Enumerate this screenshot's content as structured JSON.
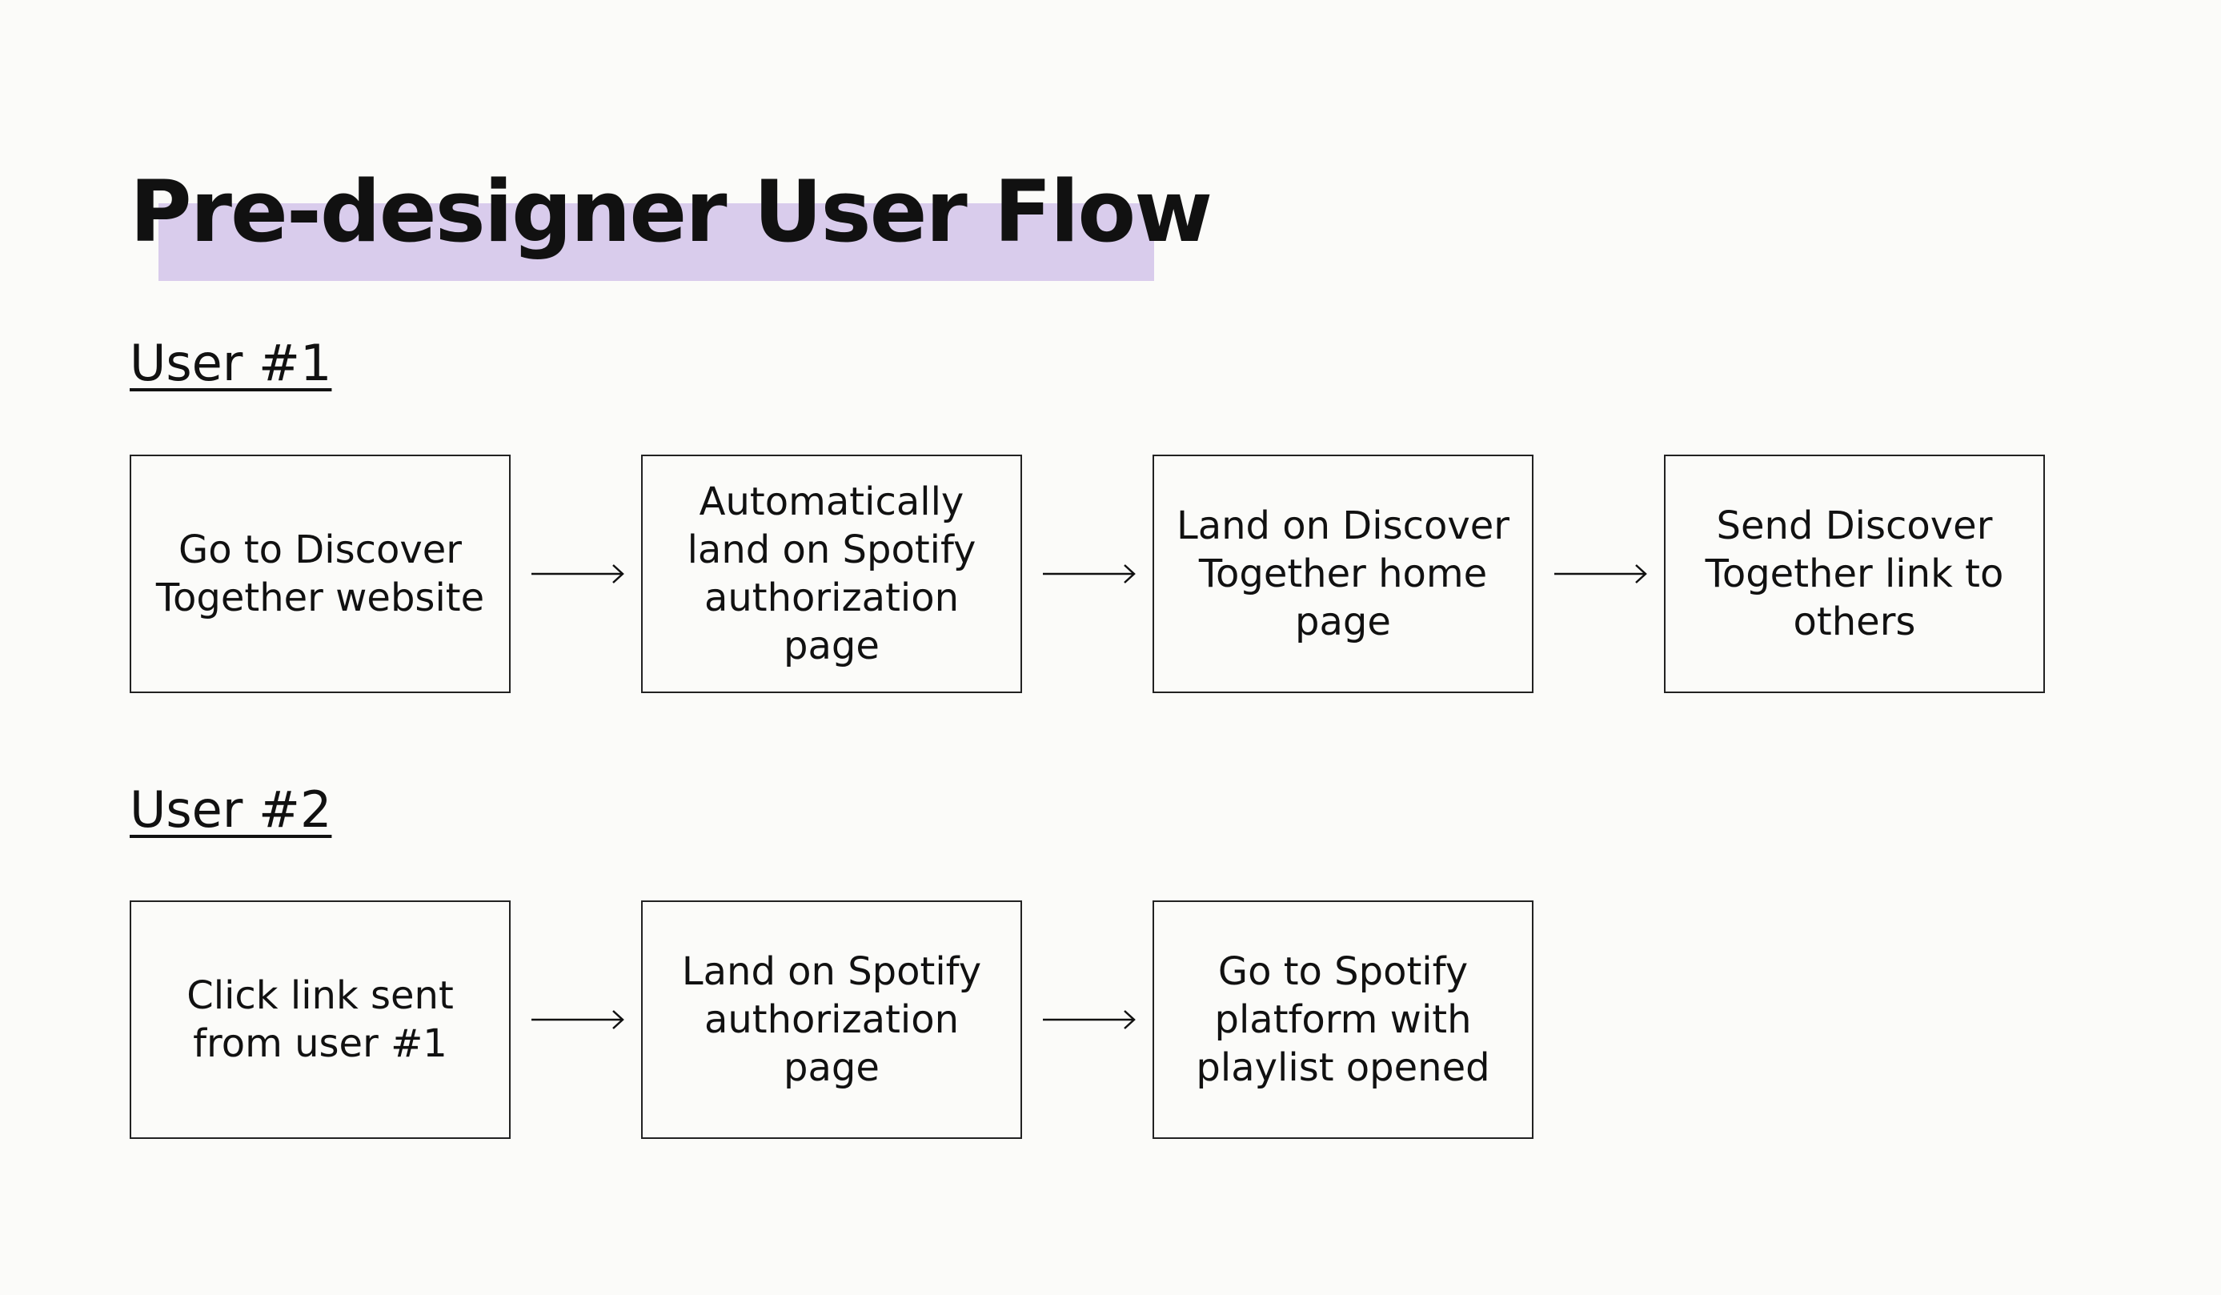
{
  "title": "Pre-designer User Flow",
  "colors": {
    "background": "#fbfbf9",
    "highlight": "#d9ccec",
    "text": "#111111",
    "border": "#222222"
  },
  "user1": {
    "heading": "User #1",
    "steps": [
      "Go to Discover Together website",
      "Automatically land on Spotify authorization page",
      "Land on Discover Together home page",
      "Send Discover Together link to others"
    ]
  },
  "user2": {
    "heading": "User #2",
    "steps": [
      "Click link sent from user #1",
      "Land on Spotify authorization page",
      "Go to Spotify platform with playlist opened"
    ]
  },
  "icons": {
    "arrow": "right-arrow-icon"
  }
}
